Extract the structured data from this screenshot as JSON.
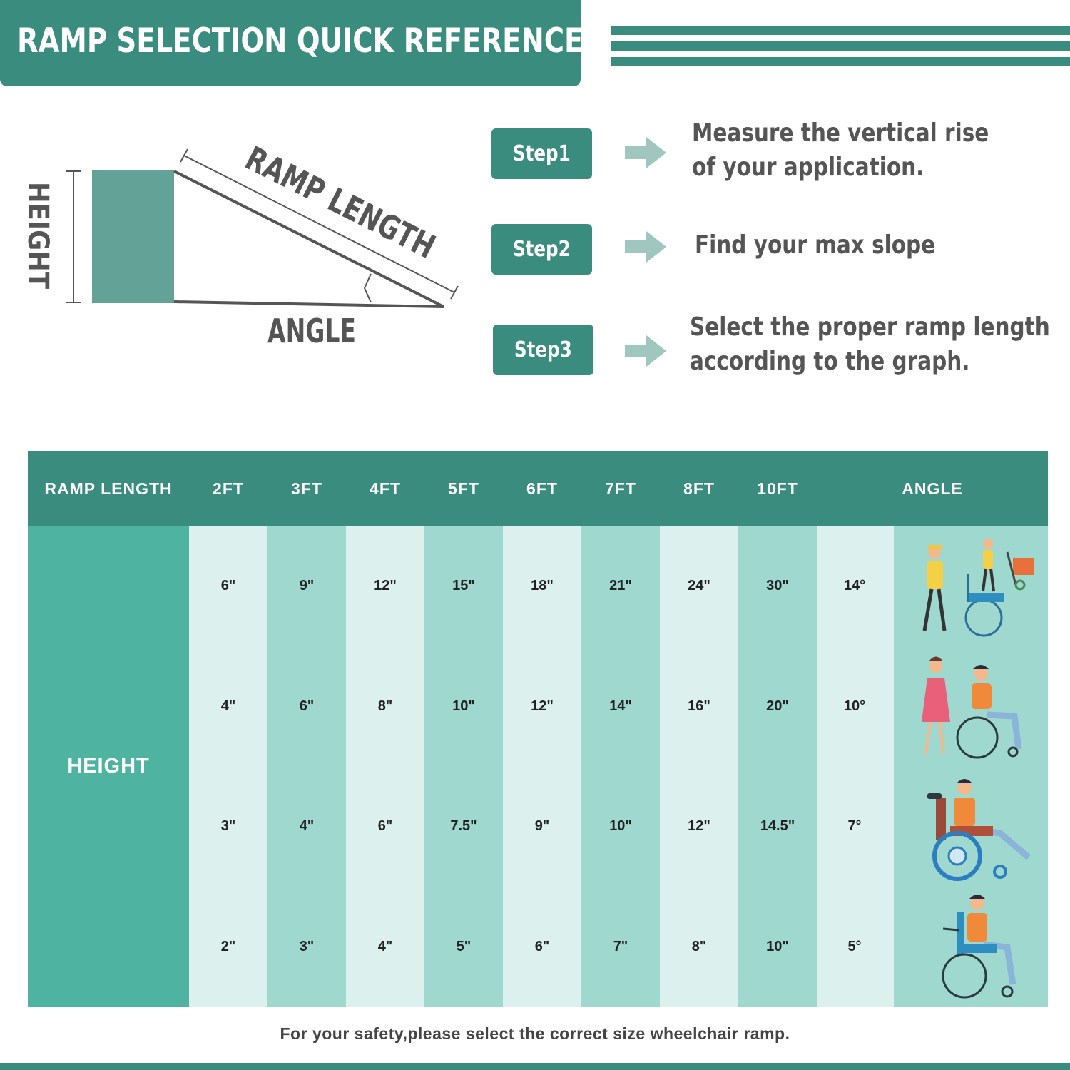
{
  "title": "RAMP SELECTION QUICK REFERENCE",
  "diagram": {
    "height_label": "HEIGHT",
    "ramp_length_label": "RAMP LENGTH",
    "angle_label": "ANGLE"
  },
  "steps": [
    {
      "label": "Step1",
      "lines": [
        "Measure the vertical rise",
        "of your application."
      ]
    },
    {
      "label": "Step2",
      "lines": [
        "Find your max slope",
        ""
      ]
    },
    {
      "label": "Step3",
      "lines": [
        "Select the proper ramp length",
        "according to the graph."
      ]
    }
  ],
  "table": {
    "headers": [
      "RAMP LENGTH",
      "2FT",
      "3FT",
      "4FT",
      "5FT",
      "6FT",
      "7FT",
      "8FT",
      "10FT",
      "ANGLE"
    ],
    "row_label": "HEIGHT",
    "rows": [
      [
        "6\"",
        "9\"",
        "12\"",
        "15\"",
        "18\"",
        "21\"",
        "24\"",
        "30\"",
        "14°"
      ],
      [
        "4\"",
        "6\"",
        "8\"",
        "10\"",
        "12\"",
        "14\"",
        "16\"",
        "20\"",
        "10°"
      ],
      [
        "3\"",
        "4\"",
        "6\"",
        "7.5\"",
        "9\"",
        "10\"",
        "12\"",
        "14.5\"",
        "7°"
      ],
      [
        "2\"",
        "3\"",
        "4\"",
        "5\"",
        "6\"",
        "7\"",
        "8\"",
        "10\"",
        "5°"
      ]
    ],
    "illustrations": [
      "wheelchair-with-helper-and-delivery-icon",
      "wheelchair-with-caregiver-icon",
      "self-propelled-wheelchair-icon",
      "wheelchair-user-icon"
    ]
  },
  "footer": "For your safety,please select the correct size wheelchair ramp.",
  "colors": {
    "primary": "#3a8c7f",
    "height_col": "#4fb3a2",
    "col_light": "#dcf1ee",
    "col_dark": "#9fd8cf",
    "text_gray": "#555555"
  }
}
